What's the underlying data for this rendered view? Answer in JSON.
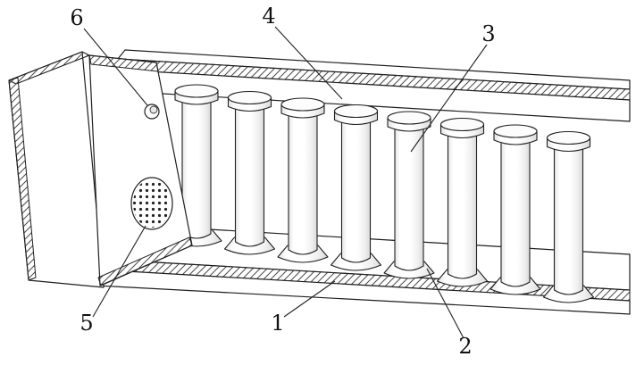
{
  "figure": {
    "type": "patent-line-drawing",
    "background": "#ffffff",
    "stroke_color": "#1f1f1f",
    "hatch_color": "#4a4a4a",
    "cylinder_count": 8,
    "labels": [
      {
        "text": "6"
      },
      {
        "text": "4"
      },
      {
        "text": "3"
      },
      {
        "text": "5"
      },
      {
        "text": "1"
      },
      {
        "text": "2"
      }
    ]
  }
}
